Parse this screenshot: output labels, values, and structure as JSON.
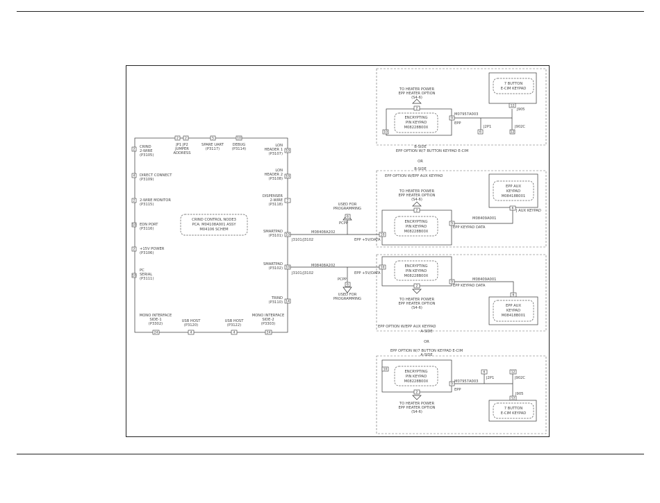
{
  "main_board": {
    "name": [
      "CRIND CONTROL NODE3",
      "PCA: M04108A001 ASSY",
      "M04106 SCHEM"
    ],
    "left_ports": [
      {
        "label": [
          "CRIND",
          "2-WIRE",
          "(P3105)"
        ],
        "pin": "2"
      },
      {
        "label": [
          "DIRECT CONNECT",
          "(P3109)"
        ],
        "pin": "4"
      },
      {
        "label": [
          "2-WIRE MONITOR",
          "(P3115)"
        ],
        "pin": "2"
      },
      {
        "label": [
          "EDN PORT",
          "(P3116)"
        ],
        "pin": "10"
      },
      {
        "label": [
          "+15V POWER",
          "(P3106)"
        ],
        "pin": "2"
      },
      {
        "label": [
          "PC",
          "SERIAL",
          "(P3111)"
        ],
        "pin": "10"
      }
    ],
    "top_ports": [
      {
        "label": [
          "JP1 JP2",
          "JUMPER",
          "ADDRESS"
        ],
        "pins": [
          "2",
          "2"
        ]
      },
      {
        "label": [
          "SPARE UART",
          "(P3117)"
        ],
        "pin": "5"
      },
      {
        "label": [
          "DEBUG",
          "(P3114)"
        ],
        "pin": "10"
      }
    ],
    "right_ports": [
      {
        "label": [
          "LON",
          "HEADER 1",
          "(P3107)"
        ],
        "pin": "10"
      },
      {
        "label": [
          "LON",
          "HEADER 2",
          "(P3108)"
        ],
        "pin": "10"
      },
      {
        "label": [
          "DISPENSER",
          "2-WIRE",
          "(P3118)"
        ],
        "pin": "2"
      },
      {
        "label": [
          "SMARTPAD",
          "(P3101)"
        ],
        "pin": "10"
      },
      {
        "label": [
          "SMARTPAD",
          "(P3102)"
        ],
        "pin": "10"
      },
      {
        "label": [
          "TRIND",
          "(P3110)"
        ],
        "pin": "14"
      }
    ],
    "bottom_ports": [
      {
        "label": [
          "MONO INTERFACE",
          "SIDE-1",
          "(P3302)"
        ],
        "pin": "24"
      },
      {
        "label": [
          "USB HOST",
          "(P3120)"
        ],
        "pin": "4"
      },
      {
        "label": [
          "USB HOST",
          "(P3122)"
        ],
        "pin": "4"
      },
      {
        "label": [
          "MONO INTERFACE",
          "SIDE-2",
          "(P3303)"
        ],
        "pin": "24"
      }
    ]
  },
  "cables": {
    "upper_part": "M08408A202",
    "upper_conn": "J3101/J3102",
    "upper_data": "EPP +5V/DATA",
    "lower_part": "M08408A202",
    "lower_conn": "J3101/J3102",
    "lower_data": "EPP +5V/DATA",
    "pcpp": "PCPP",
    "pcpp_pin": "6",
    "used_for": [
      "USED FOR",
      "PROGRAMMING"
    ]
  },
  "blocks": {
    "b_side_ecim": {
      "footer": [
        "B-SIDE",
        "EPP OPTION W/7 BUTTON KEYPAD E-CIM"
      ],
      "heater": [
        "TO HEATER POWER",
        "EPP HEATER OPTION",
        "(S4-6)"
      ],
      "heater_pin": "2",
      "epp": [
        "ENCRYPTING",
        "PIN KEYPAD",
        "M08228B00X"
      ],
      "epp_pin": "10",
      "epp_out_pin": "9",
      "keypad": [
        "7 BUTTON",
        "E-CIM KEYPAD"
      ],
      "keypad_pin": "12",
      "j905": "J905",
      "j902c": "J902C",
      "j902c_pin": "12",
      "j2p1": "J2P1",
      "j2p1_pin": "6",
      "cable": "M07957A003",
      "epp_label": "EPP"
    },
    "or_top": "OR",
    "b_side_aux": {
      "header": [
        "B-SIDE",
        "EPP OPTION W/EPP AUX KEYPAD"
      ],
      "heater": [
        "TO HEATER POWER",
        "EPP HEATER OPTION",
        "(S4-6)"
      ],
      "heater_pin": "2",
      "epp": [
        "ENCRYPTING",
        "PIN KEYPAD",
        "M08228B00X"
      ],
      "epp_pin": "10",
      "epp_out_pin": "9",
      "aux": [
        "EPP AUX",
        "KEYPAD",
        "M08418B001"
      ],
      "aux_pin": "6",
      "j_aux": "J AUX KEYPAD",
      "cable": "M08409A001",
      "data": "EPP KEYPAD DATA"
    },
    "a_side_aux": {
      "footer": [
        "EPP OPTION W/EPP AUX KEYPAD",
        "A-SIDE"
      ],
      "heater": [
        "TO HEATER POWER",
        "EPP HEATER OPTION",
        "(S4-6)"
      ],
      "heater_pin": "2",
      "epp": [
        "ENCRYPTING",
        "PIN KEYPAD",
        "M08228B00X"
      ],
      "epp_pin": "10",
      "epp_out_pin": "9",
      "aux": [
        "EPP AUX",
        "KEYPAD",
        "M08418B001"
      ],
      "aux_pin": "6",
      "cable": "M08409A001",
      "data": "EPP KEYPAD DATA"
    },
    "or_bottom": "OR",
    "a_side_ecim": {
      "header": [
        "EPP OPTION W/7 BUTTON KEYPAD E-CIM",
        "A-SIDE"
      ],
      "heater": [
        "TO HEATER POWER",
        "EPP HEATER OPTION",
        "(S4-6)"
      ],
      "heater_pin": "2",
      "epp": [
        "ENCRYPTING",
        "PIN KEYPAD",
        "M08228B00X"
      ],
      "epp_pin": "10",
      "epp_out_pin": "9",
      "keypad": [
        "7 BUTTON",
        "E-CIM KEYPAD"
      ],
      "keypad_pin": "12",
      "j905": "J905",
      "j902c": "J902C",
      "j902c_pin": "12",
      "j2p1": "J2P1",
      "j2p1_pin": "6",
      "cable": "M07957A003",
      "epp_label": "EPP"
    }
  }
}
